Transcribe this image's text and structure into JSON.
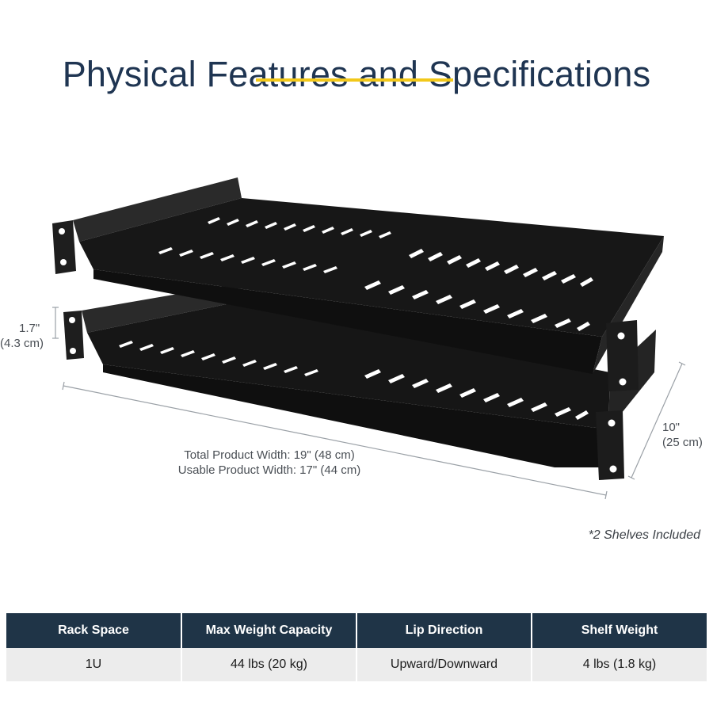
{
  "title": "Physical Features and Specifications",
  "colors": {
    "accent_bar": "#f2c81a",
    "title_text": "#1f3552",
    "table_header_bg": "#1f3447",
    "table_row_bg": "#ececec",
    "shelf": "#1b1b1b"
  },
  "dimensions": {
    "height_inch": "1.7\"",
    "height_cm": "(4.3 cm)",
    "depth_inch": "10\"",
    "depth_cm": "(25 cm)",
    "total_width": "Total Product Width: 19\" (48 cm)",
    "usable_width": "Usable Product Width: 17\" (44 cm)"
  },
  "note": "*2 Shelves Included",
  "specs_table": {
    "headers": [
      "Rack Space",
      "Max Weight Capacity",
      "Lip Direction",
      "Shelf Weight"
    ],
    "values": [
      "1U",
      "44 lbs (20 kg)",
      "Upward/Downward",
      "4 lbs (1.8 kg)"
    ]
  }
}
